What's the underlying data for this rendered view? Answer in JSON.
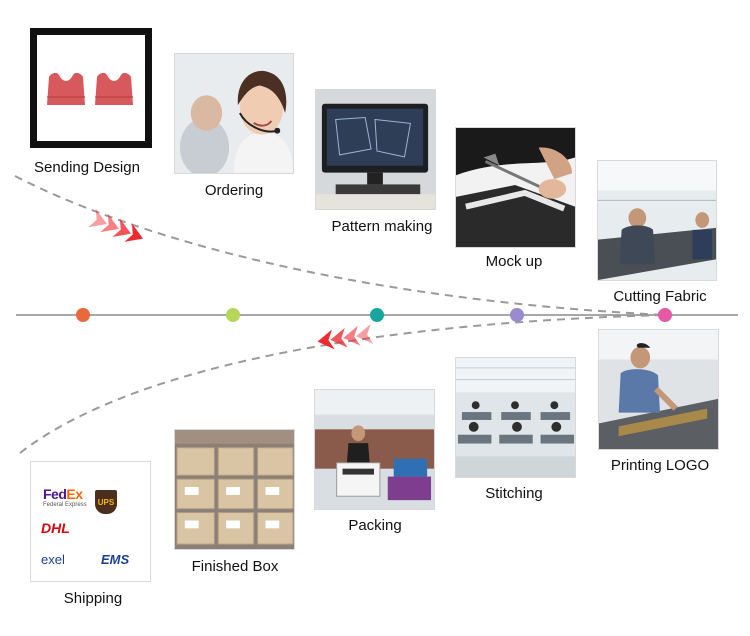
{
  "steps": [
    {
      "id": "sending-design",
      "label": "Sending Design"
    },
    {
      "id": "ordering",
      "label": "Ordering"
    },
    {
      "id": "pattern-making",
      "label": "Pattern making"
    },
    {
      "id": "mock-up",
      "label": "Mock up"
    },
    {
      "id": "cutting-fabric",
      "label": "Cutting Fabric"
    },
    {
      "id": "printing-logo",
      "label": "Printing LOGO"
    },
    {
      "id": "stitching",
      "label": "Stitching"
    },
    {
      "id": "packing",
      "label": "Packing"
    },
    {
      "id": "finished-box",
      "label": "Finished Box"
    },
    {
      "id": "shipping",
      "label": "Shipping"
    }
  ],
  "timeline_dots": [
    {
      "color": "#e8693a"
    },
    {
      "color": "#b5d65a"
    },
    {
      "color": "#1aa6a0"
    },
    {
      "color": "#9b8ad0"
    },
    {
      "color": "#e45aa6"
    }
  ],
  "arrow_color": "#ee2a2f",
  "shipping_logos": {
    "fedex_a": "Fed",
    "fedex_b": "Ex",
    "fedex_sub": "Federal Express",
    "ups": "UPS",
    "dhl": "DHL",
    "exel": "exel",
    "ems": "EMS"
  }
}
